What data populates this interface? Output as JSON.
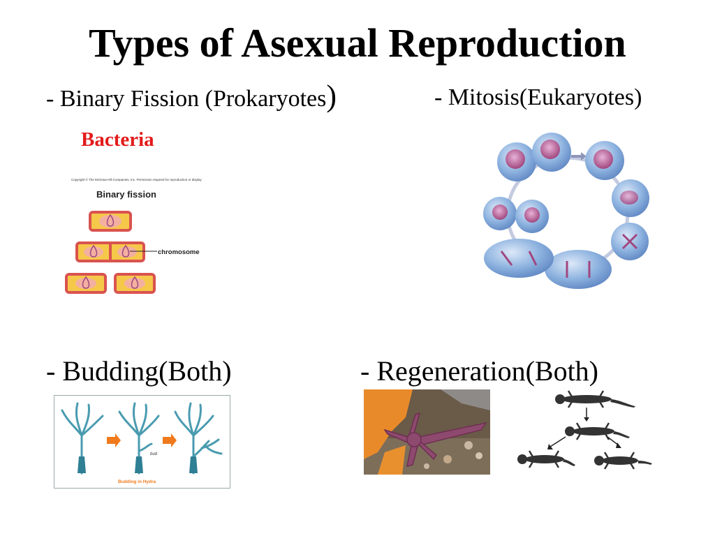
{
  "slide": {
    "title": "Types of Asexual Reproduction",
    "binary_fission": {
      "heading": "- Binary Fission (Prokaryotes",
      "heading_paren": ")",
      "sub_label": "Bacteria",
      "figure": {
        "copyright": "Copyright © The McGraw-Hill Companies, Inc. Permission required for reproduction or display",
        "title": "Binary fission",
        "chromosome_label": "chromosome"
      }
    },
    "mitosis": {
      "heading": "- Mitosis(Eukaryotes)"
    },
    "budding": {
      "heading": "- Budding(Both)",
      "figure": {
        "bud_label": "bud",
        "caption": "Budding in Hydra"
      }
    },
    "regeneration": {
      "heading": "- Regeneration(Both)"
    }
  },
  "colors": {
    "accent_red": "#e31b1b",
    "cell_wall": "#d9534f",
    "cell_fill": "#f6c84a",
    "hydra": "#4a9bb0",
    "arrow_orange": "#f07a1c",
    "mitosis_cell": "#8ab0de",
    "nucleus": "#a0477f"
  }
}
